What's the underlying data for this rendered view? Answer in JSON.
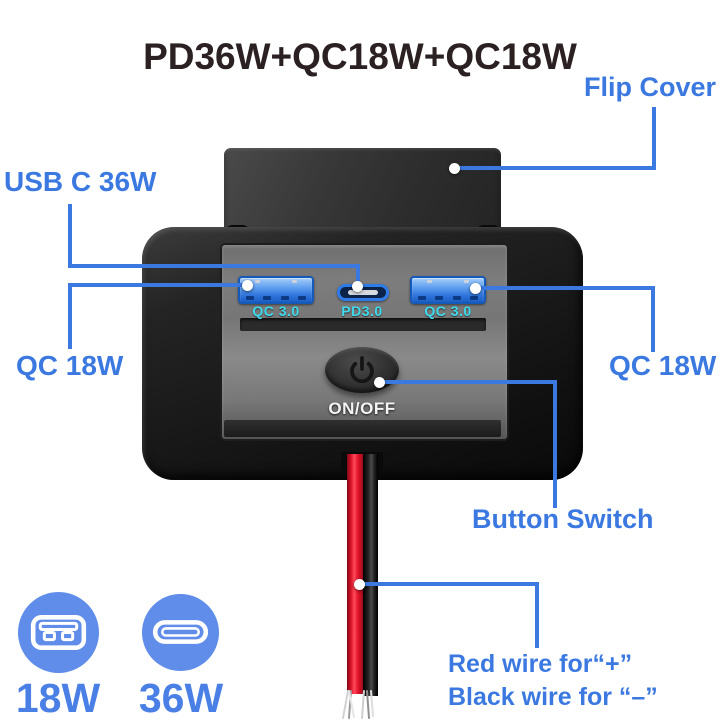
{
  "title": "PD36W+QC18W+QC18W",
  "accent_colors": {
    "label_blue": "#3B79E1",
    "port_cyan": "#3EDAEE",
    "badge_blue": "#5F8DE9",
    "wire_red": "#E8192C"
  },
  "annotations": {
    "flip_cover": "Flip Cover",
    "usb_c_36w": "USB C 36W",
    "qc_18w_left": "QC 18W",
    "qc_18w_right": "QC 18W",
    "button_switch": "Button Switch",
    "red_wire": "Red wire for“+”",
    "black_wire": "Black wire for “–”"
  },
  "device": {
    "ports": [
      {
        "icon": "usb-a-port",
        "label": "QC 3.0"
      },
      {
        "icon": "usb-c-port",
        "label": "PD3.0"
      },
      {
        "icon": "usb-a-port",
        "label": "QC 3.0"
      }
    ],
    "power_button": {
      "icon": "power-icon",
      "label": "ON/OFF"
    }
  },
  "badges": [
    {
      "icon": "usb-a-icon",
      "label": "18W"
    },
    {
      "icon": "usb-c-icon",
      "label": "36W"
    }
  ]
}
